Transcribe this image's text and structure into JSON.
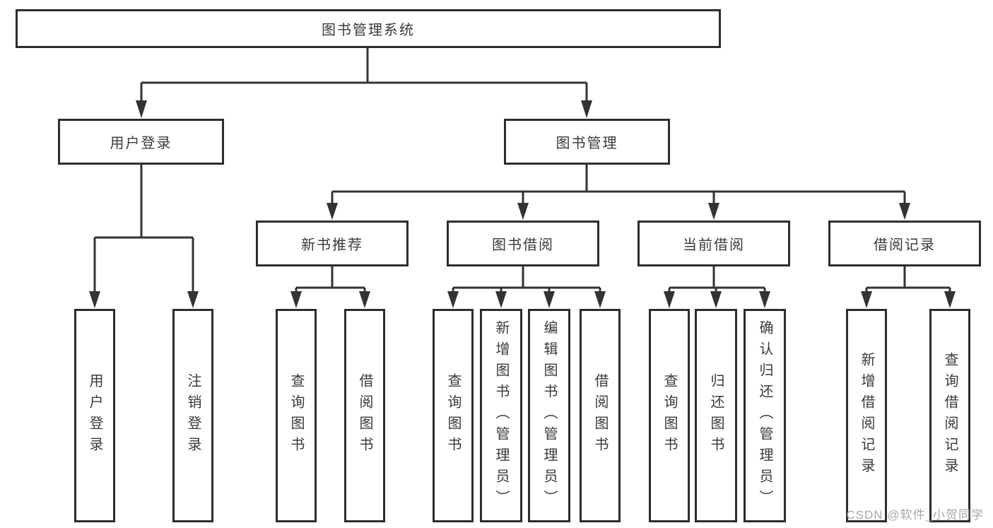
{
  "diagram_title": "图书管理系统",
  "tree": {
    "root": {
      "label": "图书管理系统"
    },
    "branches": [
      {
        "label": "用户登录",
        "children": [
          {
            "label": "用户登录"
          },
          {
            "label": "注销登录"
          }
        ]
      },
      {
        "label": "图书管理",
        "groups": [
          {
            "label": "新书推荐",
            "children": [
              {
                "label": "查询图书"
              },
              {
                "label": "借阅图书"
              }
            ]
          },
          {
            "label": "图书借阅",
            "children": [
              {
                "label": "查询图书"
              },
              {
                "label": "新增图书（管理员）"
              },
              {
                "label": "编辑图书（管理员）"
              },
              {
                "label": "借阅图书"
              }
            ]
          },
          {
            "label": "当前借阅",
            "children": [
              {
                "label": "查询图书"
              },
              {
                "label": "归还图书"
              },
              {
                "label": "确认归还（管理员）"
              }
            ]
          },
          {
            "label": "借阅记录",
            "children": [
              {
                "label": "新增借阅记录"
              },
              {
                "label": "查询借阅记录"
              }
            ]
          }
        ]
      }
    ]
  },
  "watermark": "CSDN @软件_小贺同学",
  "colors": {
    "line": "#333333",
    "box_border": "#2d2d2d",
    "text": "#3a3a3a",
    "watermark": "#999999",
    "background": "#ffffff"
  }
}
